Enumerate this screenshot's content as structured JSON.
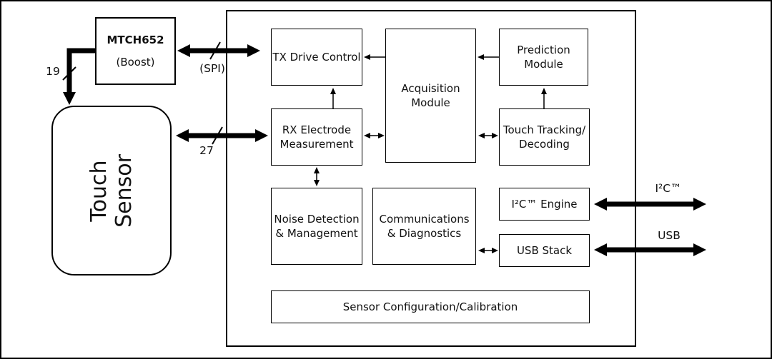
{
  "external": {
    "mtch652": {
      "title": "MTCH652",
      "subtitle": "(Boost)"
    },
    "touch_sensor": {
      "lines": [
        "Touch",
        "Sensor"
      ]
    }
  },
  "bus_labels": {
    "pin_count_19": "19",
    "spi": "(SPI)",
    "pin_count_27": "27",
    "i2c": "I²C™",
    "usb": "USB"
  },
  "blocks": {
    "tx_drive": {
      "lines": [
        "TX Drive Control"
      ]
    },
    "acquisition": {
      "lines": [
        "Acquisition",
        "Module"
      ]
    },
    "prediction": {
      "lines": [
        "Prediction",
        "Module"
      ]
    },
    "rx_electrode": {
      "lines": [
        "RX Electrode",
        "Measurement"
      ]
    },
    "touch_tracking": {
      "lines": [
        "Touch Tracking/",
        "Decoding"
      ]
    },
    "noise": {
      "lines": [
        "Noise Detection",
        "& Management"
      ]
    },
    "comms": {
      "lines": [
        "Communications",
        "& Diagnostics"
      ]
    },
    "i2c_engine": {
      "lines": [
        "I²C™ Engine"
      ]
    },
    "usb_stack": {
      "lines": [
        "USB Stack"
      ]
    },
    "sensor_config": {
      "lines": [
        "Sensor Configuration/Calibration"
      ]
    }
  },
  "colors": {
    "line": "#000000",
    "background": "#ffffff",
    "text": "#111111"
  }
}
